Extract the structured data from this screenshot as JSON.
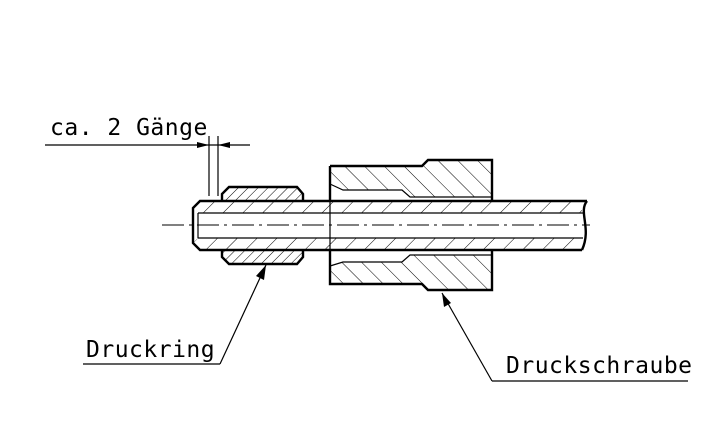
{
  "labels": {
    "threads": "ca. 2 Gänge",
    "ring": "Druckring",
    "nut": "Druckschraube"
  }
}
